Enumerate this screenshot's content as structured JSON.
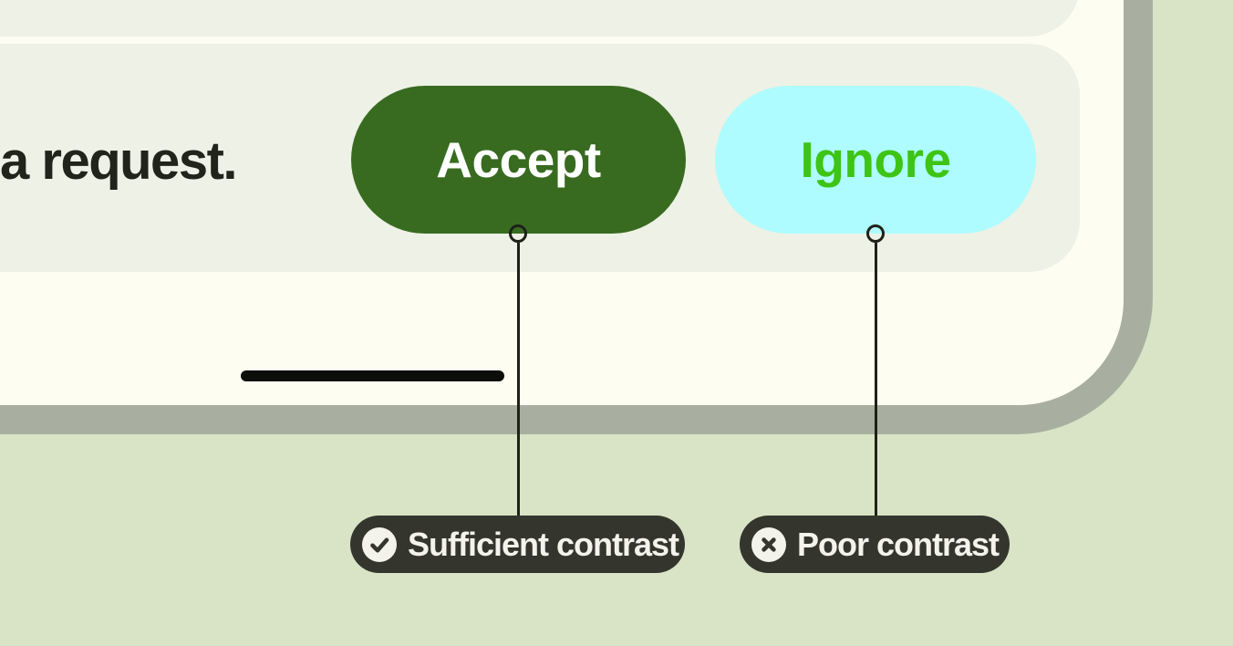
{
  "dialog": {
    "visible_text": "a request.",
    "accept_button": "Accept",
    "ignore_button": "Ignore"
  },
  "annotations": {
    "sufficient": {
      "label": "Sufficient contrast",
      "icon": "check-in-circle"
    },
    "poor": {
      "label": "Poor contrast",
      "icon": "x-in-circle"
    }
  },
  "colors": {
    "canvas_bg": "#d9e4c6",
    "device_frame": "#a8afa0",
    "screen_bg": "#fdfdf2",
    "card_bg": "#eef1e5",
    "dialog_text": "#20241b",
    "accept_bg": "#386b20",
    "accept_text": "#ffffff",
    "ignore_bg": "#aefcff",
    "ignore_text": "#3ec414",
    "annotation_bg": "#34362e",
    "annotation_text": "#f4f3eb",
    "annotation_icon_bg": "#f4f3eb",
    "connector": "#1f2119",
    "home_indicator": "#0c0e09"
  }
}
